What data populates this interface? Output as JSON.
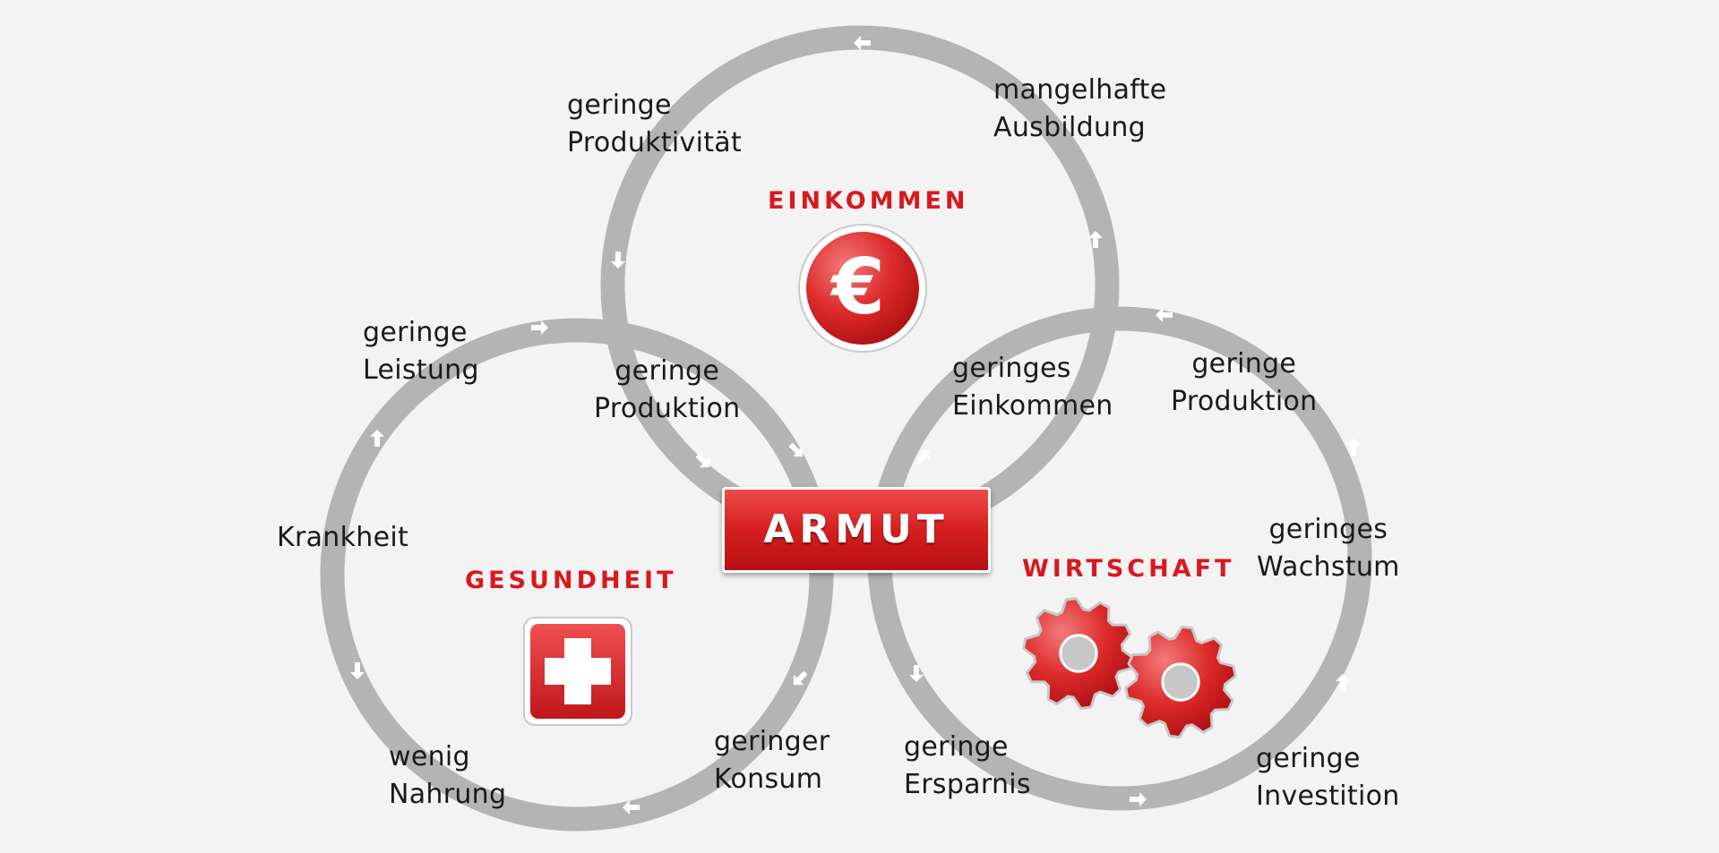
{
  "center": {
    "title": "ARMUT"
  },
  "categories": {
    "einkommen": "EINKOMMEN",
    "gesundheit": "GESUNDHEIT",
    "wirtschaft": "WIRTSCHAFT"
  },
  "icons": {
    "einkommen": "euro-icon",
    "gesundheit": "medical-cross-icon",
    "wirtschaft": "gears-icon",
    "euro_symbol": "€"
  },
  "labels": {
    "geringe_produktivitaet": [
      "geringe",
      "Produktivität"
    ],
    "mangelhafte_ausbildung": [
      "mangelhafte",
      "Ausbildung"
    ],
    "geringe_leistung": [
      "geringe",
      "Leistung"
    ],
    "geringe_produktion_left": [
      "geringe",
      "Produktion"
    ],
    "geringes_einkommen": [
      "geringes",
      "Einkommen"
    ],
    "geringe_produktion_right": [
      "geringe",
      "Produktion"
    ],
    "krankheit": [
      "Krankheit"
    ],
    "geringes_wachstum": [
      "geringes",
      "Wachstum"
    ],
    "wenig_nahrung": [
      "wenig",
      "Nahrung"
    ],
    "geringer_konsum": [
      "geringer",
      "Konsum"
    ],
    "geringe_ersparnis": [
      "geringe",
      "Ersparnis"
    ],
    "geringe_investition": [
      "geringe",
      "Investition"
    ]
  },
  "colors": {
    "background": "#f3f3f3",
    "ring": "#b4b4b4",
    "arrow": "#ffffff",
    "accent": "#d8191f",
    "text": "#1a1a1a"
  }
}
